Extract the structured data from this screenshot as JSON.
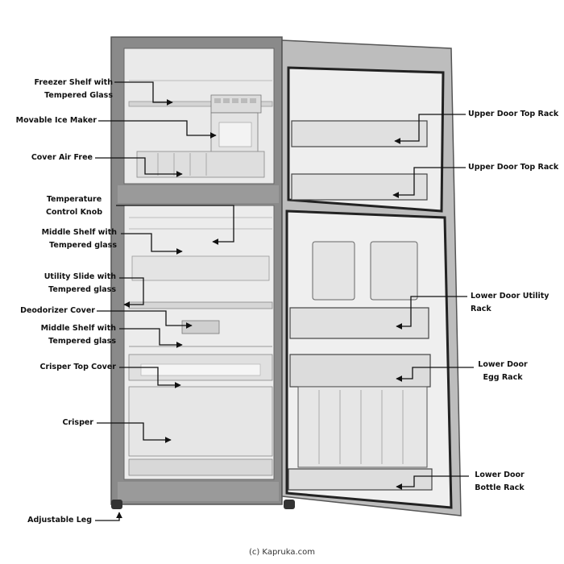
{
  "labels": {
    "freezer_shelf": [
      "Freezer Shelf with",
      "Tempered Glass"
    ],
    "ice_maker": [
      "Movable Ice Maker"
    ],
    "cover_air_free": [
      "Cover Air Free"
    ],
    "temp_knob": [
      "Temperature",
      "Control Knob"
    ],
    "middle_shelf_1": [
      "Middle Shelf with",
      "Tempered glass"
    ],
    "utility_slide": [
      "Utility Slide with",
      "Tempered glass"
    ],
    "deodorizer": [
      "Deodorizer Cover"
    ],
    "middle_shelf_2": [
      "Middle Shelf with",
      "Tempered glass"
    ],
    "crisper_top": [
      "Crisper Top Cover"
    ],
    "crisper": [
      "Crisper"
    ],
    "adjustable_leg": [
      "Adjustable Leg"
    ],
    "upper_door_1": [
      "Upper Door Top Rack"
    ],
    "upper_door_2": [
      "Upper Door Top Rack"
    ],
    "lower_door_utility": [
      "Lower Door Utility",
      "Rack"
    ],
    "lower_door_egg": [
      "Lower Door",
      "Egg Rack"
    ],
    "lower_door_bottle": [
      "Lower Door",
      "Bottle Rack"
    ]
  },
  "copyright": "(c) Kapruka.com"
}
